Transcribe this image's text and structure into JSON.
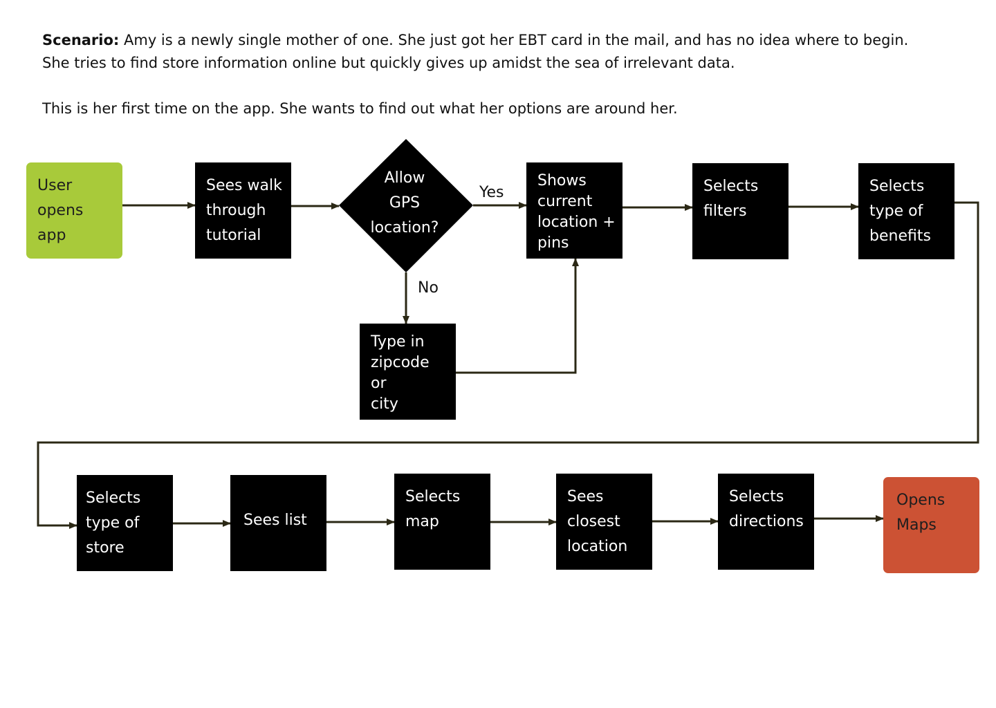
{
  "scenario": {
    "label": "Scenario:",
    "line1": " Amy is a newly single mother of one. She just got her EBT card in the mail, and has no idea where to begin.",
    "line2": "She tries to find store information online but quickly gives up amidst the sea of irrelevant data.",
    "line3": "This is her first time on the app. She wants to find out what her options are around her."
  },
  "flow": {
    "user_opens_app": "User\nopens\napp",
    "sees_walkthrough": "Sees walk\nthrough\ntutorial",
    "allow_gps": "Allow\nGPS\nlocation?",
    "yes": "Yes",
    "no": "No",
    "type_zipcode": "Type in\nzipcode or\ncity",
    "shows_location": "Shows\ncurrent\nlocation +\npins",
    "selects_filters": "Selects\nfilters",
    "selects_benefits": "Selects\ntype of\nbenefits",
    "selects_store": "Selects\ntype of\nstore",
    "sees_list": "Sees list",
    "selects_map": "Selects\nmap",
    "sees_closest": "Sees\nclosest\nlocation",
    "selects_directions": "Selects\ndirections",
    "opens_maps": "Opens\nMaps"
  },
  "colors": {
    "start": "#a8ca3a",
    "end": "#cc5234",
    "step": "#000000",
    "connector": "#2b2815"
  }
}
